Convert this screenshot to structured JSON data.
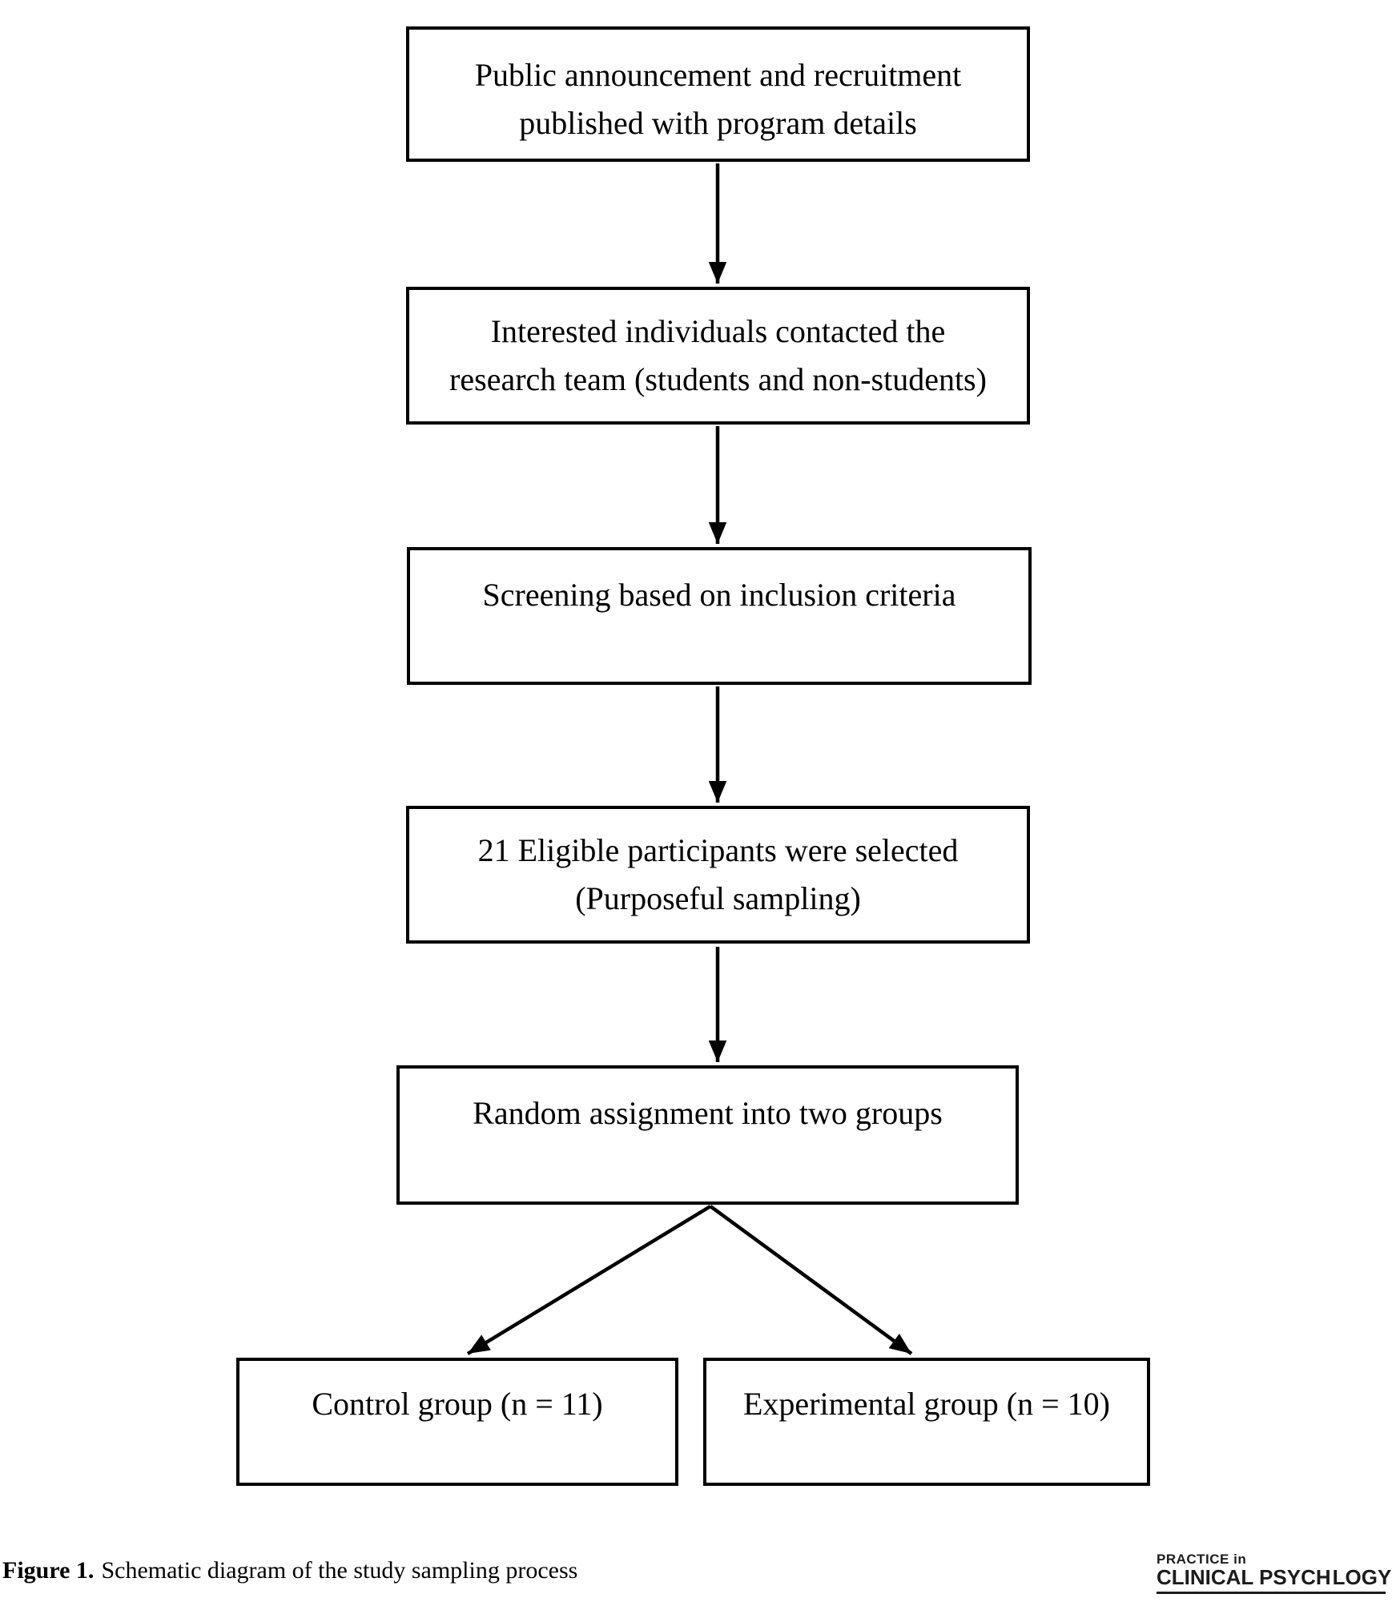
{
  "colors": {
    "ink": "#000000",
    "background": "#ffffff",
    "logo_text": "#1c1c1c",
    "logo_accent": "#e07f3a"
  },
  "flowchart": {
    "steps": [
      {
        "id": "announcement",
        "lines": [
          "Public announcement and recruitment",
          "published with program details"
        ]
      },
      {
        "id": "contact",
        "lines": [
          "Interested individuals contacted the",
          "research team (students and non-students)"
        ]
      },
      {
        "id": "screening",
        "lines": [
          "Screening based on inclusion criteria"
        ]
      },
      {
        "id": "selection",
        "lines": [
          "21 Eligible participants were selected",
          "(Purposeful sampling)"
        ]
      },
      {
        "id": "randomization",
        "lines": [
          "Random assignment into two groups"
        ]
      }
    ],
    "groups": [
      {
        "id": "control",
        "label": "Control group (n = 11)"
      },
      {
        "id": "experimental",
        "label": "Experimental group (n = 10)"
      }
    ]
  },
  "caption": {
    "label": "Figure 1.",
    "text": "Schematic diagram of the study sampling process"
  },
  "logo": {
    "top_line": "PRACTICE in",
    "bottom_left": "CLINICAL PSYCH",
    "bottom_right": "LOGY",
    "icon": "person-sprout-circle-icon"
  }
}
